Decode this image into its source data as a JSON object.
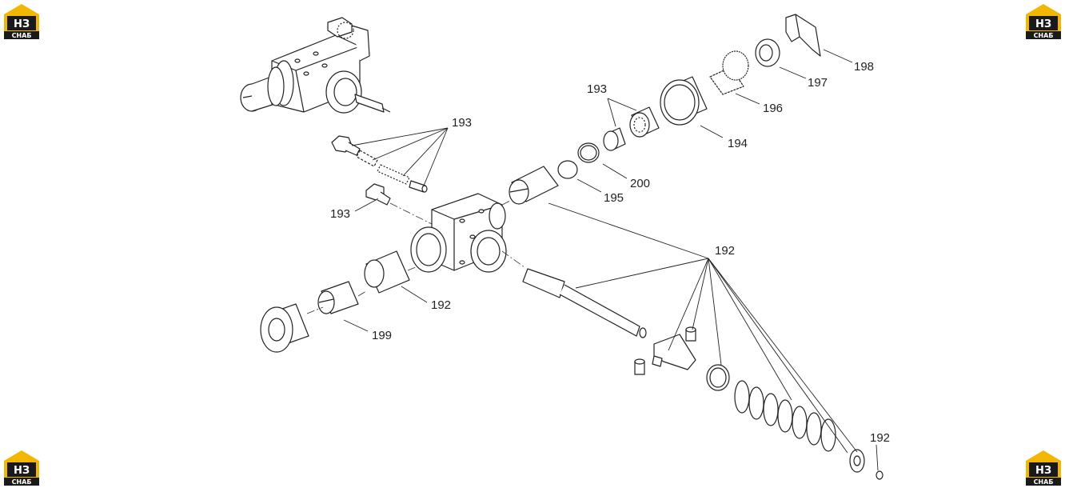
{
  "logo": {
    "top_text": "НЗ",
    "bottom_text": "СНАБ",
    "accent_color": "#f2b705",
    "dark_color": "#1a1a1a"
  },
  "labels": {
    "l193a": "193",
    "l193b": "193",
    "l193c": "193",
    "l192a": "192",
    "l192b": "192",
    "l192c": "192",
    "l194": "194",
    "l195": "195",
    "l196": "196",
    "l197": "197",
    "l198": "198",
    "l199": "199",
    "l200": "200"
  }
}
